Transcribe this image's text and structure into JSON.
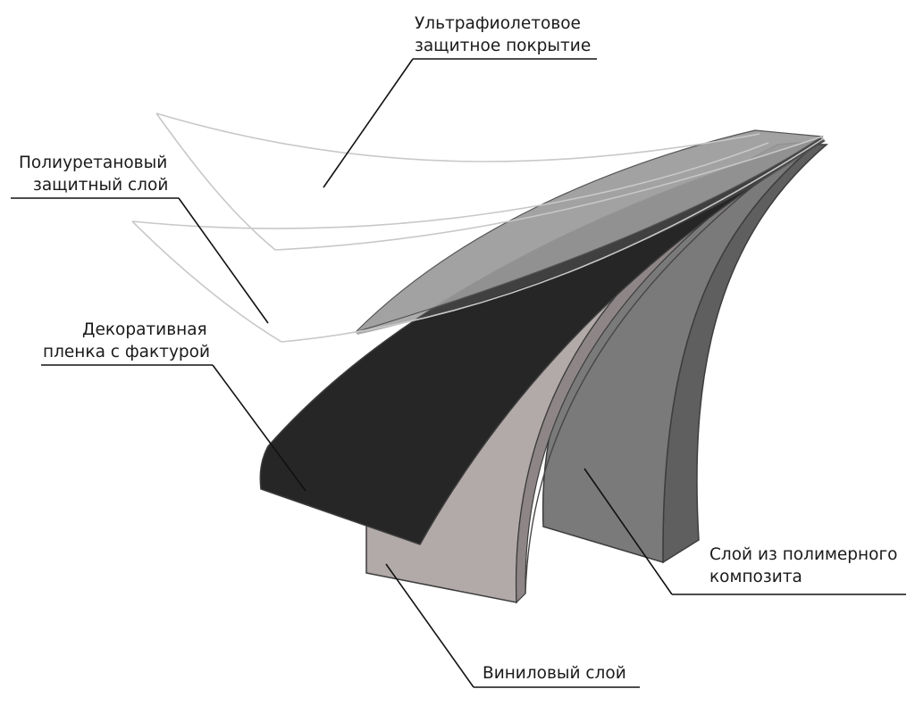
{
  "labels": {
    "uv_coating": {
      "line1": "Ультрафиолетовое",
      "line2": "защитное покрытие"
    },
    "pu_layer": {
      "line1": "Полиуретановый",
      "line2": "защитный слой"
    },
    "decor_film": {
      "line1": "Декоративная",
      "line2": "пленка с фактурой"
    },
    "composite_layer": {
      "line1": "Слой из полимерного",
      "line2": "композита"
    },
    "vinyl_layer": {
      "line1": "Виниловый слой"
    }
  },
  "colors": {
    "composite": "#7a7a7a",
    "composite_edge": "#5e5e5e",
    "vinyl": "#b2a9a9",
    "vinyl_edge": "#8e8686",
    "decor": "#262626",
    "top_overlay": "#9a9a9a",
    "film_outline": "#c8c8c8",
    "outline": "#3d3d3d"
  }
}
